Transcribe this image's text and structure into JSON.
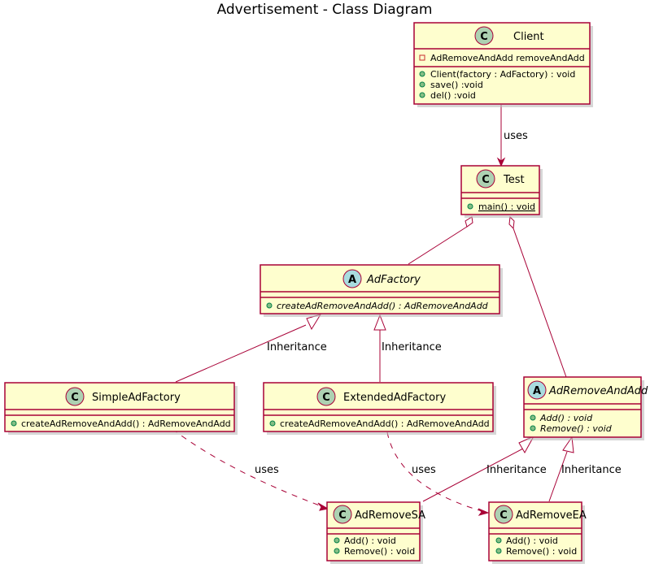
{
  "title": "Advertisement - Class Diagram",
  "classes": {
    "client": {
      "name": "Client",
      "stereotype": "C",
      "fields": [
        "AdRemoveAndAdd removeAndAdd"
      ],
      "methods": [
        "Client(factory : AdFactory) : void",
        "save() :void",
        "del() :void"
      ]
    },
    "test": {
      "name": "Test",
      "stereotype": "C",
      "fields": [],
      "methods": [
        "main() : void"
      ]
    },
    "adfactory": {
      "name": "AdFactory",
      "stereotype": "A",
      "fields": [],
      "methods": [
        "createAdRemoveAndAdd() : AdRemoveAndAdd"
      ]
    },
    "simpleadfactory": {
      "name": "SimpleAdFactory",
      "stereotype": "C",
      "fields": [],
      "methods": [
        "createAdRemoveAndAdd() : AdRemoveAndAdd"
      ]
    },
    "extendedadfactory": {
      "name": "ExtendedAdFactory",
      "stereotype": "C",
      "fields": [],
      "methods": [
        "createAdRemoveAndAdd() : AdRemoveAndAdd"
      ]
    },
    "adremoveandadd": {
      "name": "AdRemoveAndAdd",
      "stereotype": "A",
      "fields": [],
      "methods": [
        "Add() : void",
        "Remove() : void"
      ]
    },
    "adremovesa": {
      "name": "AdRemoveSA",
      "stereotype": "C",
      "fields": [],
      "methods": [
        "Add() : void",
        "Remove() : void"
      ]
    },
    "adremoveea": {
      "name": "AdRemoveEA",
      "stereotype": "C",
      "fields": [],
      "methods": [
        "Add() : void",
        "Remove() : void"
      ]
    }
  },
  "edges": {
    "client_test": "uses",
    "adfactory_simple": "Inheritance",
    "adfactory_extended": "Inheritance",
    "simple_sa": "uses",
    "extended_ea": "uses",
    "aa_sa": "Inheritance",
    "aa_ea": "Inheritance"
  },
  "colors": {
    "class_fill": "#FEFECE",
    "border": "#A80036",
    "class_badge": "#ADD1B2",
    "abstract_badge": "#A9DCDF",
    "public_dot": "#84BE84",
    "private_square": "#C82930"
  }
}
